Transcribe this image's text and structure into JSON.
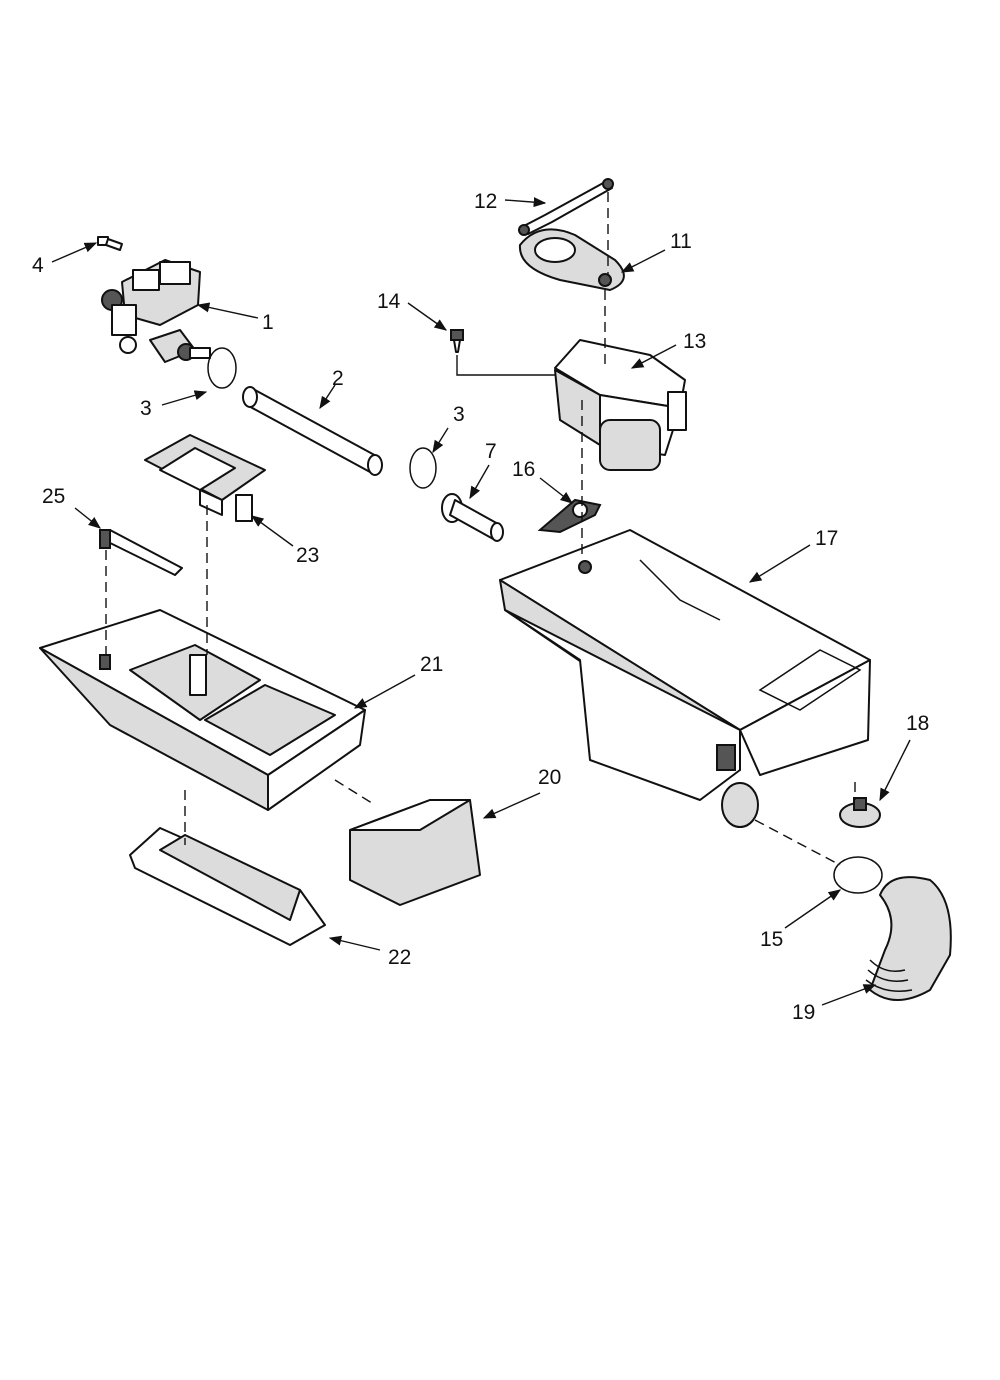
{
  "callouts": [
    "1",
    "2",
    "3",
    "3",
    "4",
    "7",
    "11",
    "12",
    "13",
    "14",
    "15",
    "16",
    "17",
    "18",
    "19",
    "20",
    "21",
    "22",
    "23",
    "25"
  ],
  "colors": {
    "ink": "#111111",
    "paper": "#ffffff",
    "shade": "#dcdcdc"
  }
}
